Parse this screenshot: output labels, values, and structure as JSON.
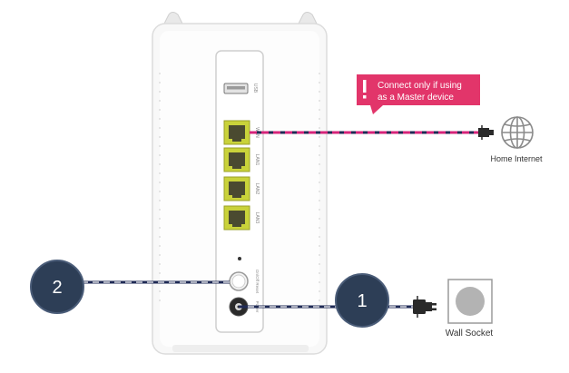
{
  "router": {
    "ports": {
      "usb": "USB",
      "wan": "WAN",
      "lan1": "LAN1",
      "lan2": "LAN2",
      "lan3": "LAN3",
      "wps_reset": "On/Off Reset",
      "power": "Power"
    }
  },
  "callout": {
    "icon": "exclamation-icon",
    "line1": "Connect only if using",
    "line2": "as a Master device",
    "color": "#e2356a"
  },
  "home_internet": {
    "icon": "globe-icon",
    "label": "Home Internet"
  },
  "wall_socket": {
    "icon": "power-socket-icon",
    "label": "Wall Socket"
  },
  "steps": [
    {
      "number": "2",
      "target": "on-off-reset-button"
    },
    {
      "number": "1",
      "target": "power-port"
    }
  ],
  "colors": {
    "step_badge": "#2d3e56",
    "step_badge_border": "#4a5c78",
    "cable_dark": "#1f2a55",
    "cable_pink": "#d6247a",
    "ethernet_port": "#c9d23a"
  }
}
